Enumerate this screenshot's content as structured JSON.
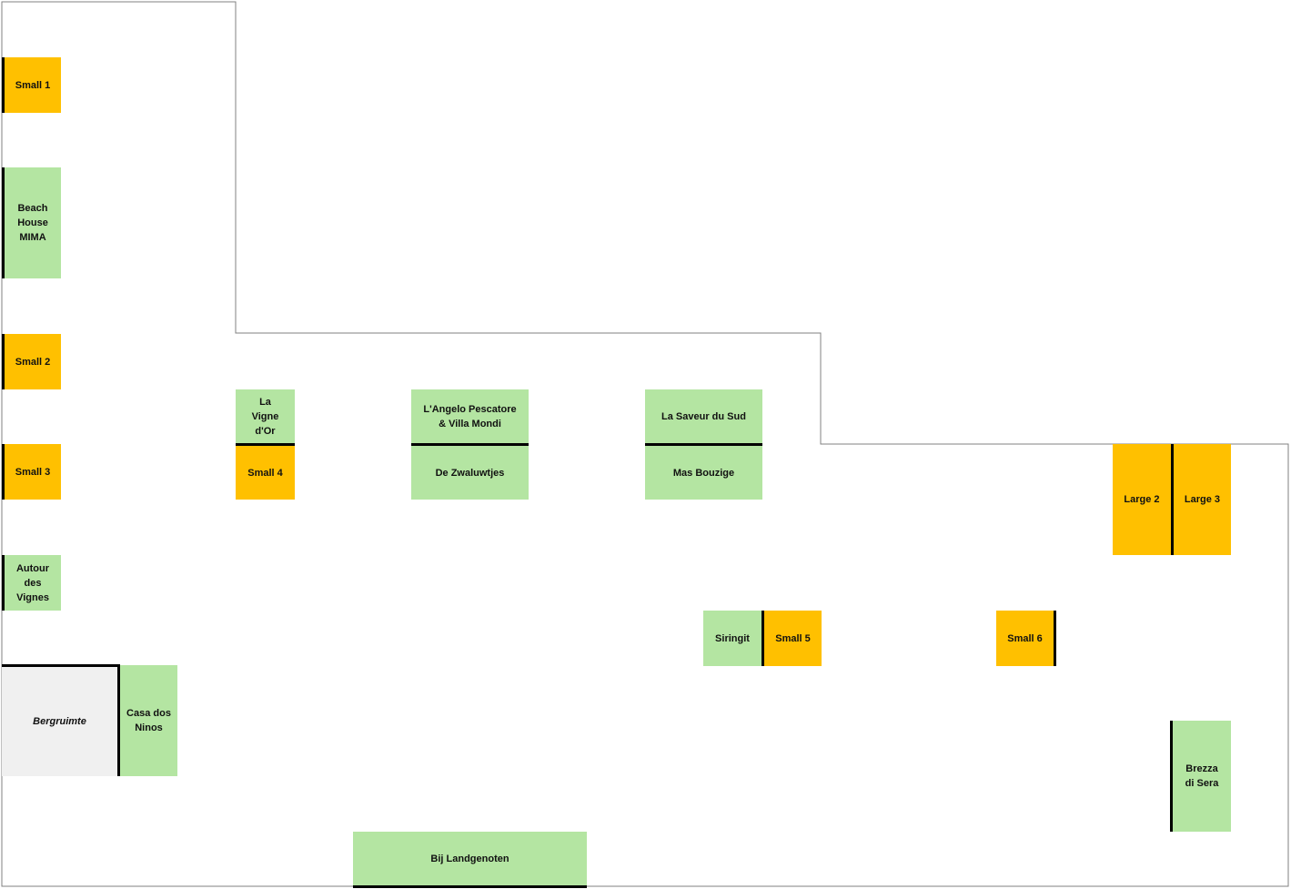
{
  "colors": {
    "small": "#ffc000",
    "restaurant": "#b4e5a2",
    "storage": "#f0f0f0",
    "wall": "#808080"
  },
  "booths": {
    "small1": "Small 1",
    "beach_house": "Beach House MIMA",
    "small2": "Small 2",
    "small3": "Small 3",
    "autour": "Autour des Vignes",
    "bergruimte": "Bergruimte",
    "casa": "Casa dos Ninos",
    "vigne": "La Vigne d'Or",
    "small4": "Small 4",
    "angelo": "L'Angelo Pescatore & Villa Mondi",
    "zwaluwtjes": "De Zwaluwtjes",
    "saveur": "La Saveur du Sud",
    "bouzige": "Mas Bouzige",
    "large2": "Large 2",
    "large3": "Large 3",
    "siringit": "Siringit",
    "small5": "Small 5",
    "small6": "Small 6",
    "brezza": "Brezza di Sera",
    "landgenoten": "Bij Landgenoten"
  }
}
